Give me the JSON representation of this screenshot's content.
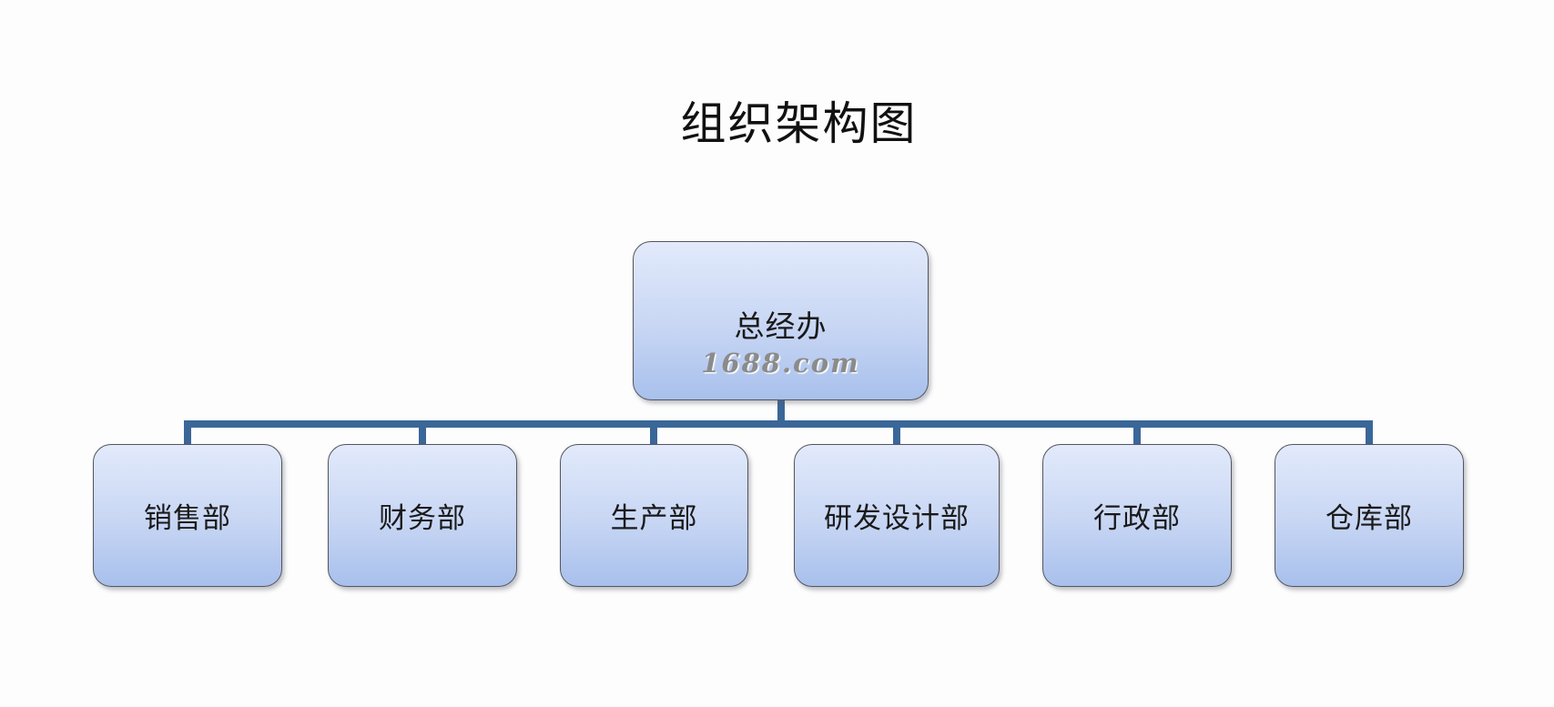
{
  "title": "组织架构图",
  "root": {
    "label": "总经办",
    "watermark": "1688.com"
  },
  "departments": [
    {
      "label": "销售部"
    },
    {
      "label": "财务部"
    },
    {
      "label": "生产部"
    },
    {
      "label": "研发设计部"
    },
    {
      "label": "行政部"
    },
    {
      "label": "仓库部"
    }
  ],
  "colors": {
    "connector": "#3a6798",
    "node_fill_top": "#e2eafb",
    "node_fill_mid": "#c9d7f4",
    "node_fill_bottom": "#a8c0ec",
    "node_border": "#55555e",
    "text": "#1a1a1a",
    "watermark": "#8b8b8b",
    "canvas_bg": "#fdfdfd"
  }
}
